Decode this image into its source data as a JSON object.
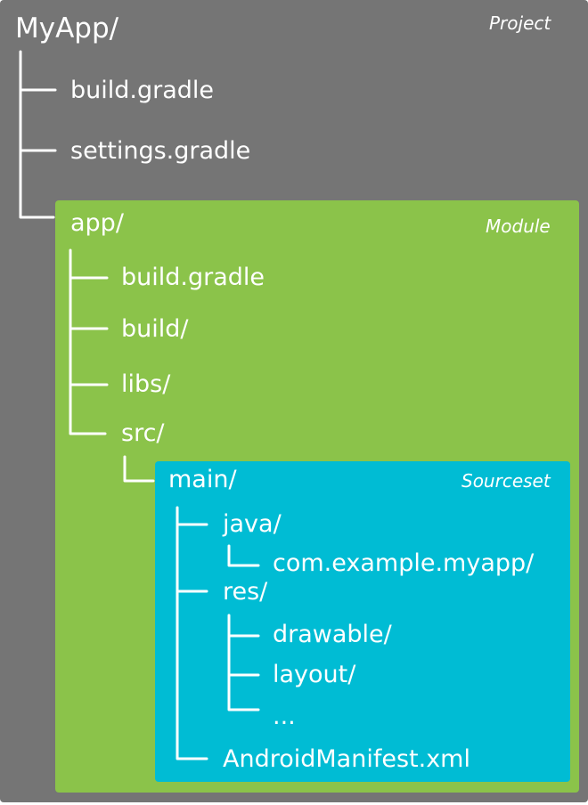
{
  "colors": {
    "project_bg": "#757575",
    "module_bg": "#8bc34a",
    "sourceset_bg": "#00bcd4",
    "text": "#ffffff"
  },
  "project": {
    "root": "MyApp/",
    "tag": "Project",
    "children": [
      "build.gradle",
      "settings.gradle"
    ]
  },
  "module": {
    "root": "app/",
    "tag": "Module",
    "children": [
      "build.gradle",
      "build/",
      "libs/",
      "src/"
    ]
  },
  "sourceset": {
    "root": "main/",
    "tag": "Sourceset",
    "java": "java/",
    "java_pkg": "com.example.myapp/",
    "res": "res/",
    "res_children": [
      "drawable/",
      "layout/",
      "..."
    ],
    "manifest": "AndroidManifest.xml"
  }
}
